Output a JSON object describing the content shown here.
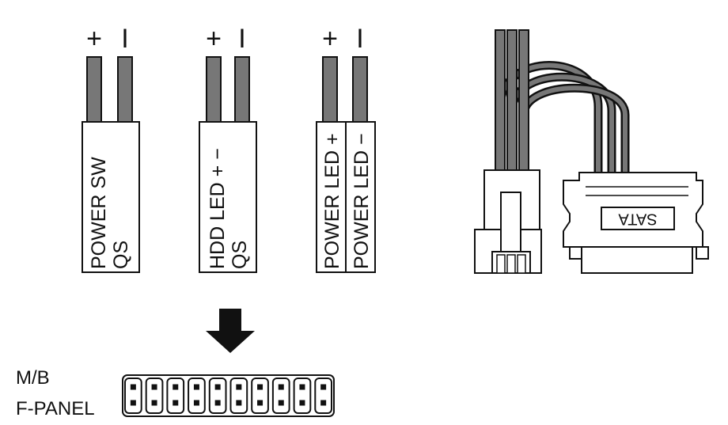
{
  "connectors": [
    {
      "id": "power-sw",
      "plus": "+",
      "minus": "I",
      "line1": "POWER  SW",
      "line2": "QS"
    },
    {
      "id": "hdd-led",
      "plus": "+",
      "minus": "I",
      "line1": "HDD LED  +  −",
      "line2": "QS"
    },
    {
      "id": "power-led",
      "plus": "+",
      "minus": "I",
      "line1": "POWER LED +",
      "line2": "POWER LED −"
    }
  ],
  "sata": {
    "label": "SATA"
  },
  "header": {
    "line1": "M/B",
    "line2": "F-PANEL",
    "pin_columns": 10
  },
  "colors": {
    "wire": "#777777",
    "stroke": "#111111",
    "arrow": "#111111"
  }
}
